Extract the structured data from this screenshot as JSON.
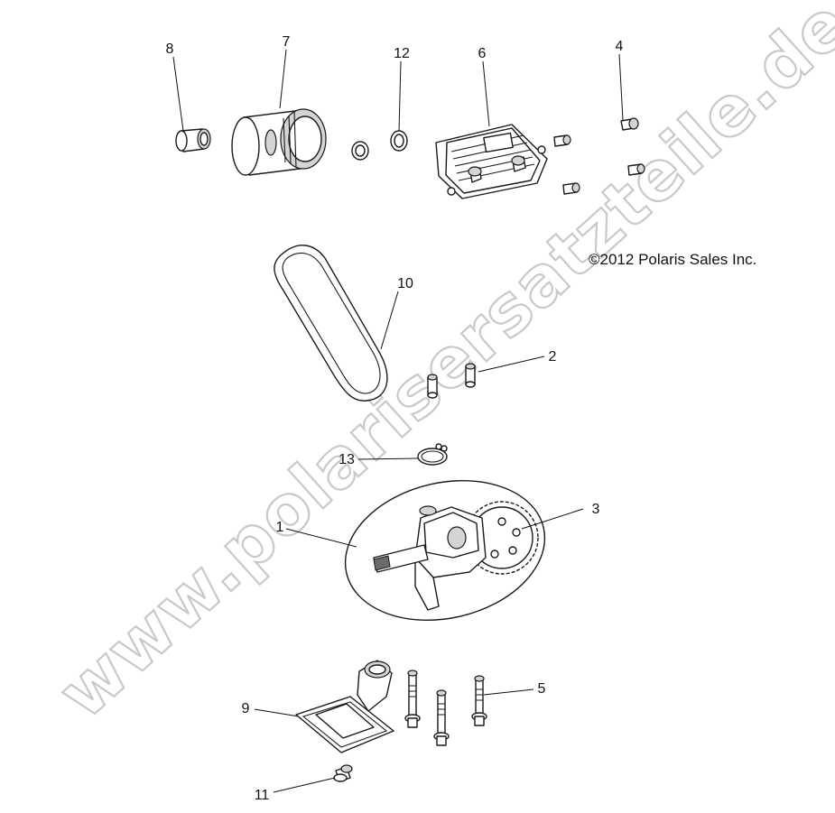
{
  "copyright": "©2012 Polaris Sales Inc.",
  "watermark": "www.polarisersatzteile.de",
  "callouts": [
    {
      "id": "c8",
      "label": "8"
    },
    {
      "id": "c7",
      "label": "7"
    },
    {
      "id": "c12",
      "label": "12"
    },
    {
      "id": "c6",
      "label": "6"
    },
    {
      "id": "c4",
      "label": "4"
    },
    {
      "id": "c10",
      "label": "10"
    },
    {
      "id": "c2",
      "label": "2"
    },
    {
      "id": "c13",
      "label": "13"
    },
    {
      "id": "c3",
      "label": "3"
    },
    {
      "id": "c1",
      "label": "1"
    },
    {
      "id": "c5",
      "label": "5"
    },
    {
      "id": "c9",
      "label": "9"
    },
    {
      "id": "c11",
      "label": "11"
    }
  ]
}
